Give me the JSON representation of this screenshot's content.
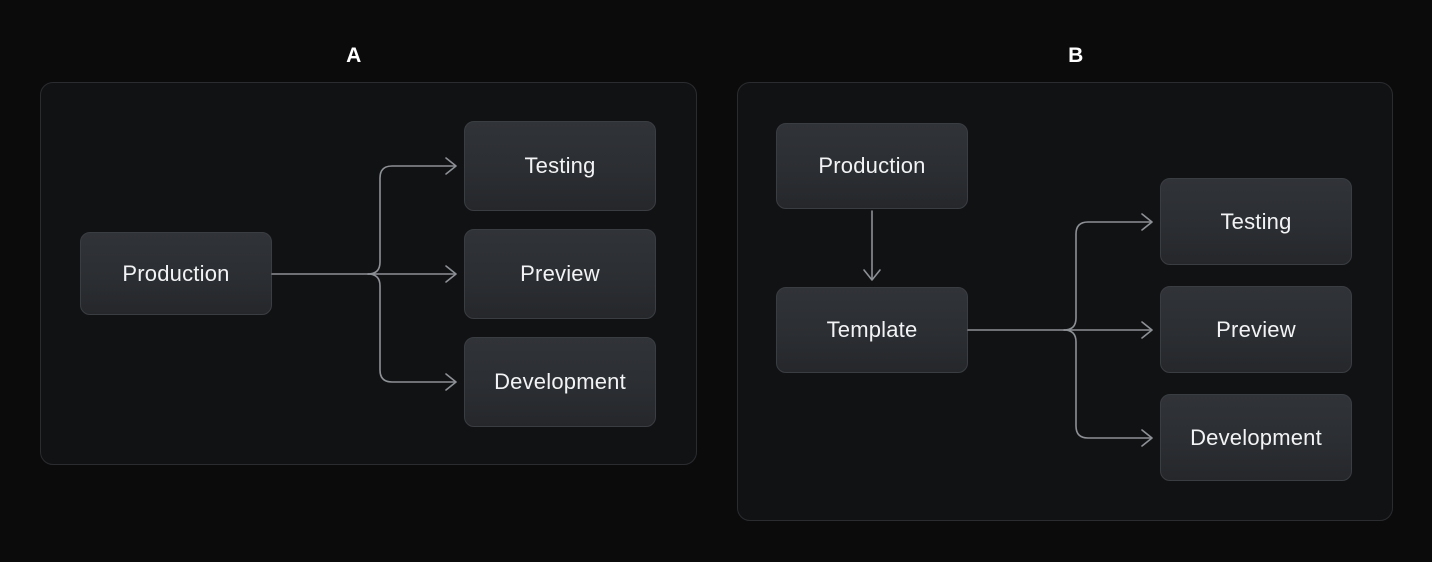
{
  "page": {
    "background": "#0b0b0c",
    "node_text_color": "#f2f3f4",
    "connector_color": "#8d9095",
    "panel_background": "#111214",
    "panel_border": "#2b2c2f"
  },
  "panels": [
    {
      "id": "a",
      "label": "A",
      "nodes": {
        "source": "Production",
        "targets": [
          "Testing",
          "Preview",
          "Development"
        ]
      }
    },
    {
      "id": "b",
      "label": "B",
      "nodes": {
        "source": "Production",
        "intermediate": "Template",
        "targets": [
          "Testing",
          "Preview",
          "Development"
        ]
      }
    }
  ]
}
